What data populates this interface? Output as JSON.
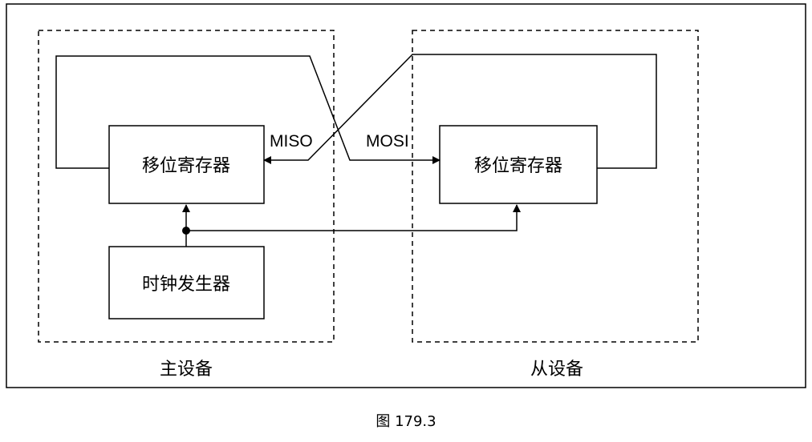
{
  "diagram": {
    "master_shift_register": "移位寄存器",
    "slave_shift_register": "移位寄存器",
    "clock_generator": "时钟发生器",
    "miso_label": "MISO",
    "mosi_label": "MOSI",
    "master_device": "主设备",
    "slave_device": "从设备"
  },
  "caption": "图 179.3"
}
